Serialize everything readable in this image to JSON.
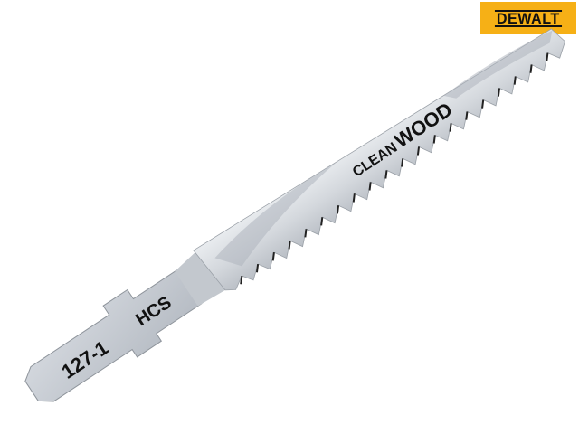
{
  "brand": {
    "logo_text": "DEWALT",
    "logo_bg": "#f6b016",
    "logo_fg": "#111111"
  },
  "product": {
    "type": "jigsaw blade",
    "model_code": "127-1",
    "material_code": "HCS",
    "application_prefix": "CLEAN",
    "application_main": "WOOD",
    "blade_color": "#c9ced4",
    "tooth_shadow_color": "#2a2a2a"
  }
}
